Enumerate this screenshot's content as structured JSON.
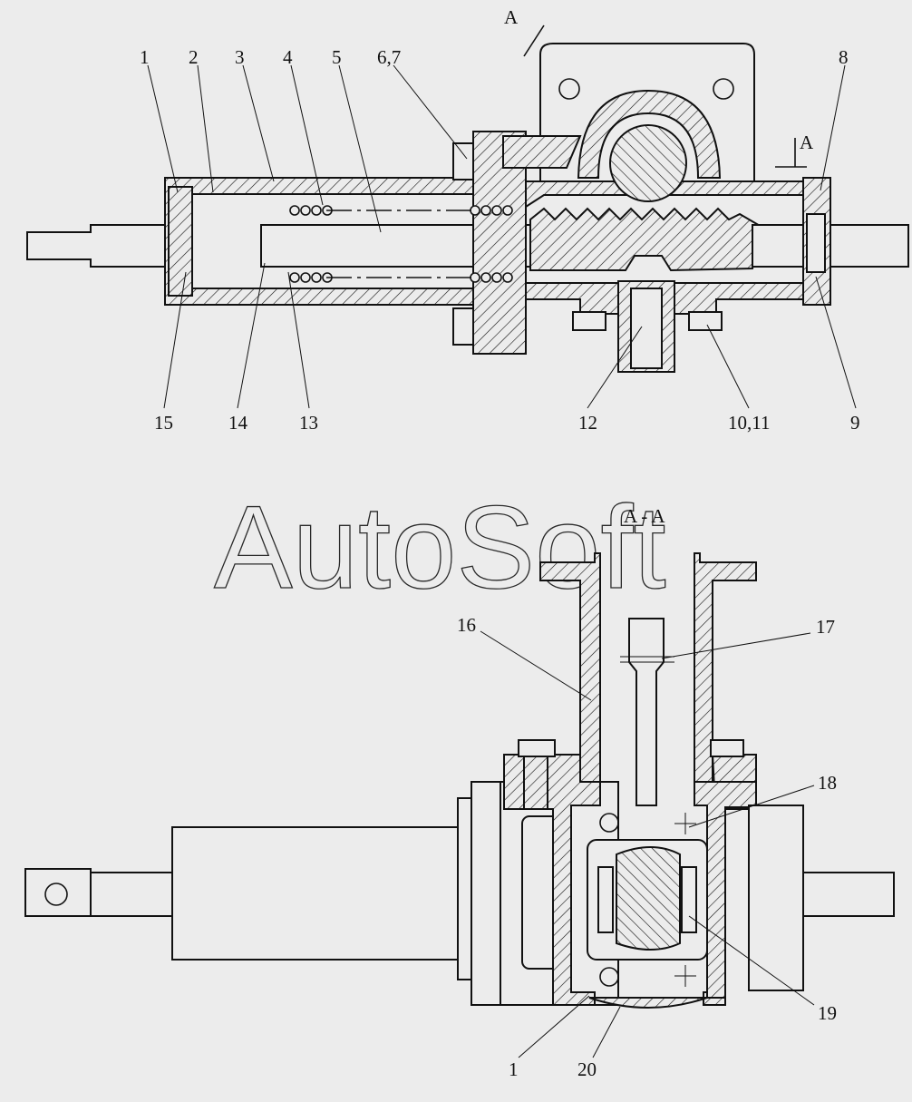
{
  "section_top": {
    "mark": "A",
    "mark_right": "A"
  },
  "section_title": "A - A",
  "watermark": "AutoSoft",
  "callouts_top": [
    "1",
    "2",
    "3",
    "4",
    "5",
    "6,7",
    "8",
    "15",
    "14",
    "13",
    "12",
    "10,11",
    "9"
  ],
  "callouts_bottom": [
    "16",
    "17",
    "18",
    "19",
    "1",
    "20"
  ]
}
